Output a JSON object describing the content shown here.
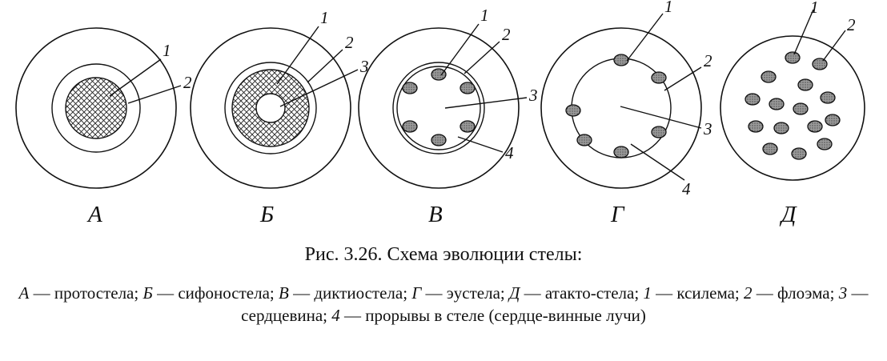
{
  "figure": {
    "panels": [
      {
        "letter": "А",
        "labels": [
          "1",
          "2"
        ]
      },
      {
        "letter": "Б",
        "labels": [
          "1",
          "2",
          "3"
        ]
      },
      {
        "letter": "В",
        "labels": [
          "1",
          "2",
          "3",
          "4"
        ]
      },
      {
        "letter": "Г",
        "labels": [
          "1",
          "2",
          "3",
          "4"
        ]
      },
      {
        "letter": "Д",
        "labels": [
          "1",
          "2"
        ]
      }
    ],
    "colors": {
      "ink": "#111111",
      "background": "#ffffff"
    }
  },
  "caption": {
    "title": "Рис. 3.26. Схема эволюции стелы:",
    "legend": [
      {
        "key": "А",
        "text": " — протостела; "
      },
      {
        "key": "Б",
        "text": " — сифоностела; "
      },
      {
        "key": "В",
        "text": " — диктиостела; "
      },
      {
        "key": "Г",
        "text": " — эустела; "
      },
      {
        "key": "Д",
        "text": " — атакто-стела; "
      },
      {
        "key": "1",
        "text": " — ксилема; "
      },
      {
        "key": "2",
        "text": " — флоэма; "
      },
      {
        "key": "3",
        "text": " — сердцевина; "
      },
      {
        "key": "4",
        "text": " — прорывы в стеле (сердце-винные лучи)"
      }
    ]
  }
}
